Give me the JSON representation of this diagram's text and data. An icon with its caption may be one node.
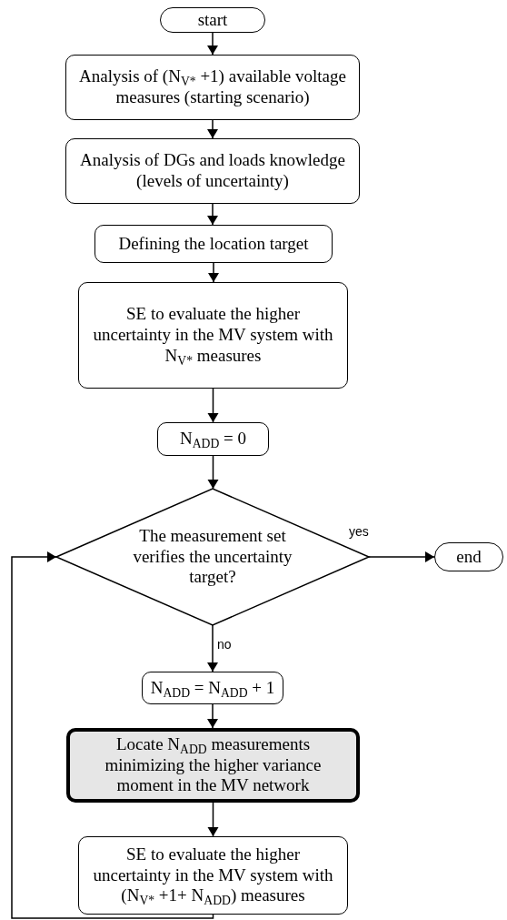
{
  "diagram": {
    "nodes": [
      {
        "text": [
          "start"
        ]
      },
      {
        "text": [
          "Analysis of (N$_{V*}$ +1) available voltage measures (starting scenario)"
        ]
      },
      {
        "text": [
          "Analysis of DGs and loads knowledge (levels of uncertainty)"
        ]
      },
      {
        "text": [
          "Defining the location target"
        ]
      },
      {
        "text": [
          "SE to evaluate the higher uncertainty in the MV system with N$_{V*}$ measures"
        ]
      },
      {
        "text": [
          "N$_{ADD}$ = 0"
        ]
      },
      {
        "text": [
          "The measurement set verifies the uncertainty target?"
        ]
      },
      {
        "text": [
          "end"
        ]
      },
      {
        "text": [
          "N$_{ADD}$ = N$_{ADD}$ + 1"
        ]
      },
      {
        "text": [
          "Locate N$_{ADD}$ measurements minimizing the higher variance moment in the MV network"
        ]
      },
      {
        "text": [
          "SE to evaluate the higher uncertainty in the MV system with (N$_{V*}$ +1+ N$_{ADD}$) measures"
        ]
      }
    ],
    "edges": [
      {
        "from": 0,
        "to": 1,
        "arrow": "to"
      },
      {
        "from": 1,
        "to": 2,
        "arrow": "to"
      },
      {
        "from": 2,
        "to": 3,
        "arrow": "to"
      },
      {
        "from": 3,
        "to": 4,
        "arrow": "to"
      },
      {
        "from": 4,
        "to": 5,
        "arrow": "to"
      },
      {
        "from": 5,
        "to": 6,
        "arrow": "to"
      },
      {
        "from": 6,
        "to": 7,
        "arrow": "to",
        "label": "yes"
      },
      {
        "from": 6,
        "to": 8,
        "arrow": "to",
        "label": "no"
      },
      {
        "from": 8,
        "to": 9,
        "arrow": "to"
      },
      {
        "from": 9,
        "to": 10,
        "arrow": "to"
      },
      {
        "from": 10,
        "to": 6,
        "arrow": "to"
      }
    ]
  }
}
